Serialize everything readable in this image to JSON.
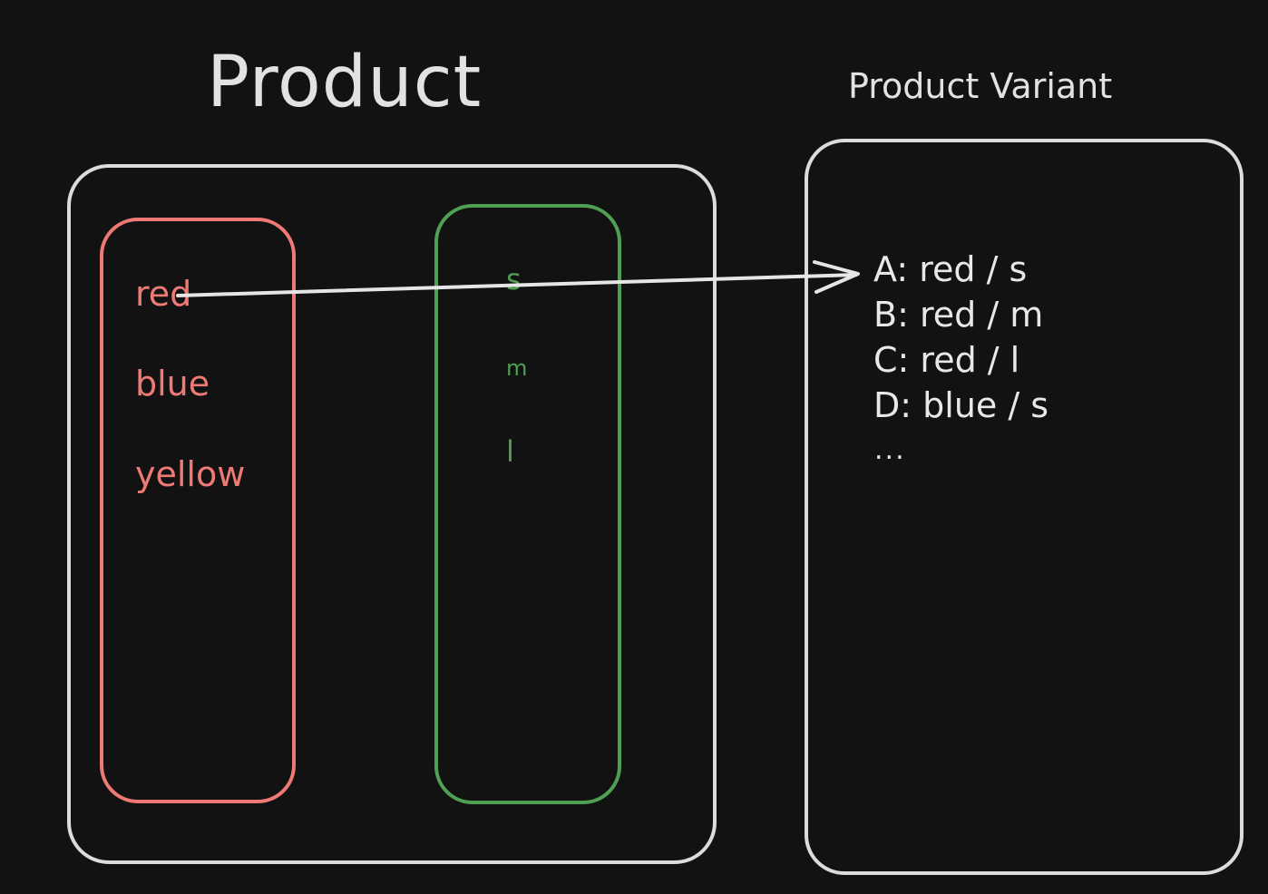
{
  "diagram": {
    "product_title": "Product",
    "variant_title": "Product Variant",
    "colors": [
      "red",
      "blue",
      "yellow"
    ],
    "sizes": [
      "s",
      "m",
      "l"
    ],
    "variants": [
      "A: red / s",
      "B: red / m",
      "C: red / l",
      "D: blue / s"
    ],
    "variant_more": "...",
    "palette": {
      "background": "#121212",
      "outline": "#dcdcdc",
      "color_group": "#ef7a75",
      "size_group": "#4f9f54"
    }
  }
}
